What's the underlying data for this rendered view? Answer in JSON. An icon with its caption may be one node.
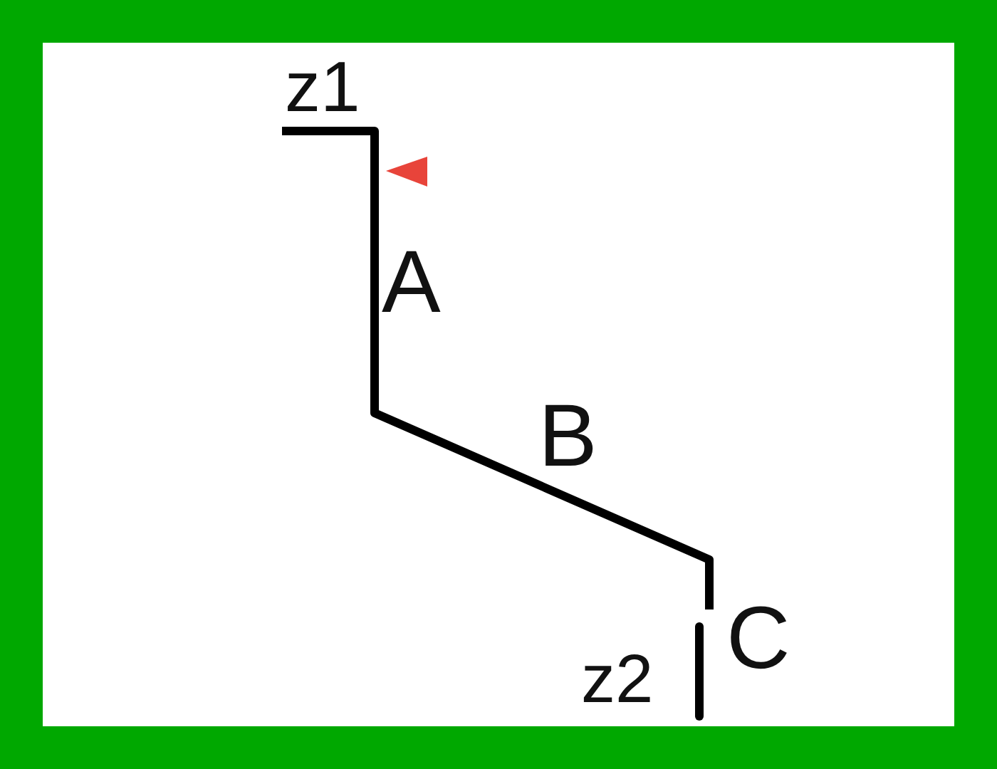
{
  "diagram": {
    "labels": [
      "z1",
      "A",
      "B",
      "C",
      "z2"
    ]
  }
}
